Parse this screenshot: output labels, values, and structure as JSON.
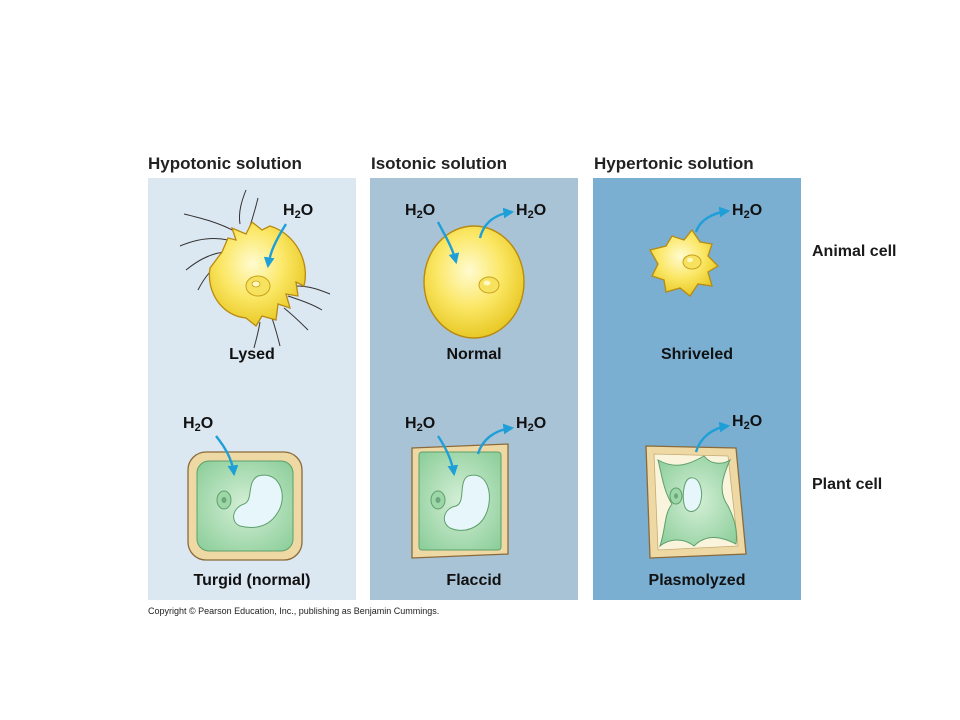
{
  "columns": [
    {
      "title": "Hypotonic solution",
      "bg": "#dbe7f1",
      "animal_label": "Lysed",
      "plant_label": "Turgid (normal)"
    },
    {
      "title": "Isotonic solution",
      "bg": "#a9c3d6",
      "animal_label": "Normal",
      "plant_label": "Flaccid"
    },
    {
      "title": "Hypertonic solution",
      "bg": "#7aafd2",
      "animal_label": "Shriveled",
      "plant_label": "Plasmolyzed"
    }
  ],
  "rows": {
    "animal": "Animal cell",
    "plant": "Plant cell"
  },
  "water": {
    "H": "H",
    "sub": "2",
    "O": "O"
  },
  "colors": {
    "arrow": "#1e9fd8",
    "animal_cell": "#f9e04b",
    "plant_cytoplasm": "#aedcb4",
    "cell_wall": "#eed9a4",
    "vacuole": "#e6f6fb"
  },
  "copyright": "Copyright © Pearson Education, Inc., publishing as Benjamin Cummings."
}
